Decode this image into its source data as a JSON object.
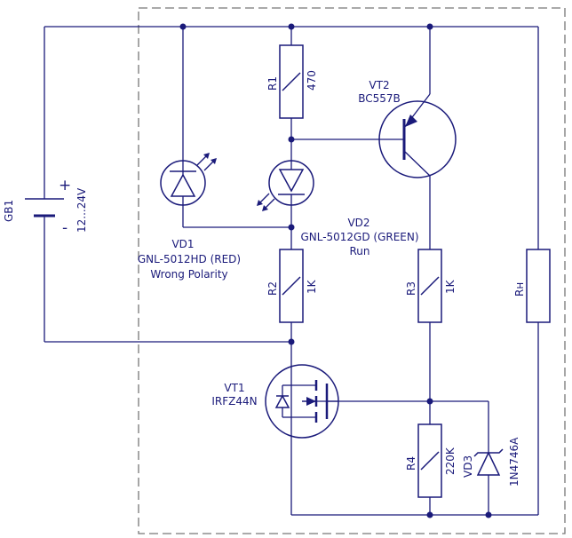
{
  "labels": {
    "gb1_ref": "GB1",
    "gb1_voltage": "12...24V",
    "gb1_plus": "+",
    "gb1_minus": "-",
    "r1_ref": "R1",
    "r1_value": "470",
    "vt2_ref": "VT2",
    "vt2_type": "BC557B",
    "vd1_ref": "VD1",
    "vd1_type": "GNL-5012HD (RED)",
    "vd1_note": "Wrong Polarity",
    "vd2_ref": "VD2",
    "vd2_type": "GNL-5012GD (GREEN)",
    "vd2_note": "Run",
    "r2_ref": "R2",
    "r2_value": "1K",
    "r3_ref": "R3",
    "r3_value": "1K",
    "rn_ref": "Rн",
    "vt1_ref": "VT1",
    "vt1_type": "IRFZ44N",
    "r4_ref": "R4",
    "r4_value": "220K",
    "vd3_ref": "VD3",
    "vd3_type": "1N4746A"
  },
  "colors": {
    "wire": "#1a1a7a",
    "board_outline": "#777777"
  }
}
